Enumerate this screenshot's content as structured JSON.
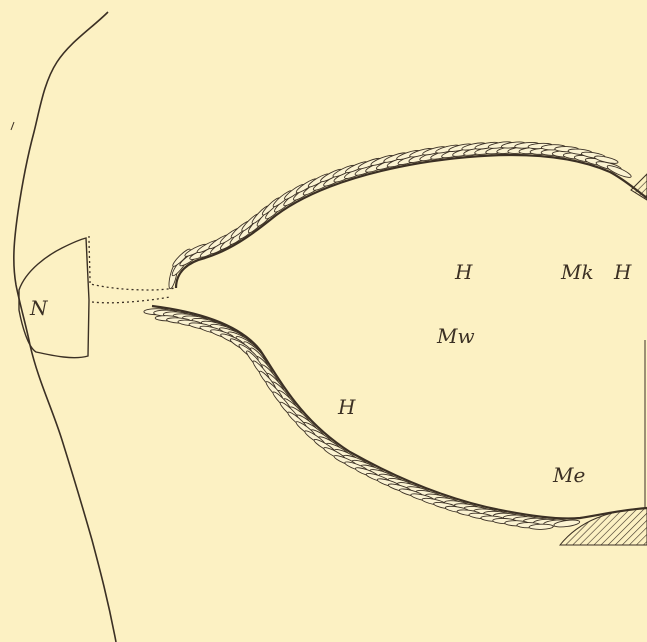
{
  "labels": {
    "n": "N",
    "h_top": "H",
    "mk": "Mk",
    "h_right": "H",
    "mw": "Mw",
    "h_bottom": "H",
    "me": "Me"
  },
  "colors": {
    "background": "#fcf1c3",
    "ink": "#3b3024",
    "scale_fill": "#fbf3d2"
  }
}
